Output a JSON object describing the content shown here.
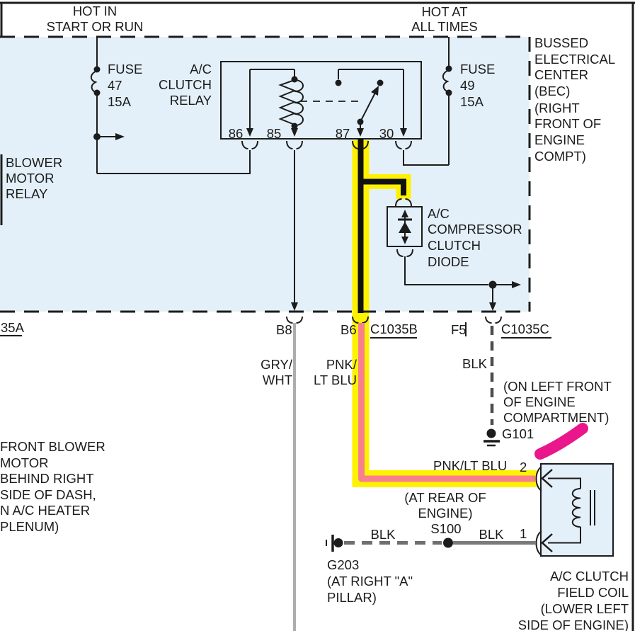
{
  "colors": {
    "bec_fill": "#E4F0F9",
    "highlight_yellow": "#FFF200",
    "wire_pink": "#F8808E",
    "highlight_magenta": "#E9168C",
    "wire_gray_light": "#ADADAD",
    "wire_gray_mid": "#7A7A7A",
    "wire_gray_dark": "#4D4D4D",
    "line_black": "#1C1C1C"
  },
  "power_labels": {
    "hot_in": [
      "HOT IN",
      "START OR RUN"
    ],
    "hot_at": [
      "HOT AT",
      "ALL TIMES"
    ]
  },
  "bec": {
    "name_lines": [
      "BUSSED",
      "ELECTRICAL",
      "CENTER",
      "(BEC)",
      "(RIGHT",
      "FRONT OF",
      "ENGINE",
      "COMPT)"
    ]
  },
  "fuse47": {
    "lines": [
      "FUSE",
      "47",
      "15A"
    ]
  },
  "fuse49": {
    "lines": [
      "FUSE",
      "49",
      "15A"
    ]
  },
  "ac_clutch_relay": {
    "label_lines": [
      "A/C",
      "CLUTCH",
      "RELAY"
    ],
    "pin86": "86",
    "pin85": "85",
    "pin87": "87",
    "pin30": "30"
  },
  "blower_motor_relay": {
    "label_lines": [
      "BLOWER",
      "MOTOR",
      "RELAY"
    ]
  },
  "diode": {
    "label_lines": [
      "A/C",
      "COMPRESSOR",
      "CLUTCH",
      "DIODE"
    ]
  },
  "connector_row": {
    "left_partial": "35A",
    "b8": "B8",
    "b6": "B6",
    "c1035b": "C1035B",
    "f5": "F5",
    "c1035c": "C1035C"
  },
  "wire_labels": {
    "gry_wht": [
      "GRY/",
      "WHT"
    ],
    "pnk_ltblu_v": [
      "PNK/",
      "LT BLU"
    ],
    "blk_f5": "BLK",
    "pnk_ltblu_h": "PNK/LT BLU",
    "blk_g203": "BLK",
    "blk_s100": "BLK"
  },
  "g101": {
    "id": "G101",
    "note_lines": [
      "(ON LEFT FRONT",
      "OF ENGINE",
      "COMPARTMENT)"
    ]
  },
  "g203": {
    "id": "G203",
    "note_lines": [
      "(AT RIGHT \"A\"",
      "PILLAR)"
    ]
  },
  "s100": {
    "id": "S100",
    "note_lines": [
      "(AT REAR OF",
      "ENGINE)"
    ]
  },
  "field_coil": {
    "pin2": "2",
    "pin1": "1",
    "label_lines": [
      "A/C CLUTCH",
      "FIELD COIL",
      "(LOWER LEFT",
      "SIDE OF ENGINE)"
    ]
  },
  "left_note_lines": [
    "FRONT BLOWER",
    "MOTOR",
    "BEHIND RIGHT",
    "SIDE OF DASH,",
    "N A/C HEATER",
    "PLENUM)"
  ]
}
